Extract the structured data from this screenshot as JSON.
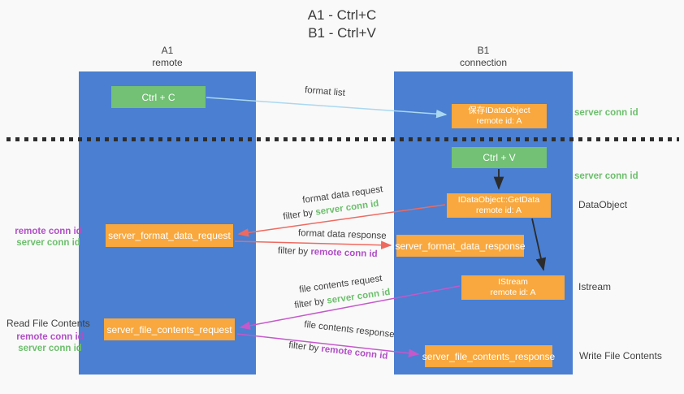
{
  "title": {
    "line1": "A1 - Ctrl+C",
    "line2": "B1 - Ctrl+V"
  },
  "columns": {
    "left": {
      "name": "A1",
      "subtitle": "remote"
    },
    "right": {
      "name": "B1",
      "subtitle": "connection"
    }
  },
  "boxes": {
    "ctrl_c": "Ctrl + C",
    "ctrl_v": "Ctrl + V",
    "save_dataobject": {
      "line1": "保存IDataObject",
      "line2": "remote id: A"
    },
    "getdata": {
      "line1": "IDataObject::GetData",
      "line2": "remote id: A"
    },
    "istream": {
      "line1": "IStream",
      "line2": "remote id: A"
    },
    "format_request": "server_format_data_request",
    "format_response": "server_format_data_response",
    "file_request": "server_file_contents_request",
    "file_response": "server_file_contents_response"
  },
  "side_labels": {
    "server_conn_top": "server conn id",
    "server_conn_mid": "server conn id",
    "dataobject": "DataObject",
    "istream": "Istream",
    "read_file": "Read File Contents",
    "write_file": "Write File Contents",
    "pair1": {
      "remote": "remote conn id",
      "server": "server conn id"
    },
    "pair2": {
      "remote": "remote conn id",
      "server": "server conn id"
    }
  },
  "arrow_labels": {
    "format_list": "format list",
    "format_request": {
      "text": "format data request",
      "filter_prefix": "filter by",
      "filter_key": "server conn id"
    },
    "format_response": {
      "text": "format data response",
      "filter_prefix": "filter by",
      "filter_key": "remote conn id"
    },
    "file_request": {
      "text": "file contents request",
      "filter_prefix": "filter by",
      "filter_key": "server conn id"
    },
    "file_response": {
      "text": "file contents response",
      "filter_prefix": "filter by",
      "filter_key": "remote conn id"
    }
  },
  "colors": {
    "column_blue": "#4a7fd1",
    "box_orange": "#f8a83e",
    "box_green": "#72c174",
    "green_label": "#6cbf6c",
    "purple_label": "#b14fc6",
    "salmon_arrow": "#ee6a60",
    "magenta_arrow": "#c558cb",
    "blue_arrow": "#aad8f0",
    "black_arrow": "#2b2b2b",
    "dark_text": "#3f3f3f"
  }
}
